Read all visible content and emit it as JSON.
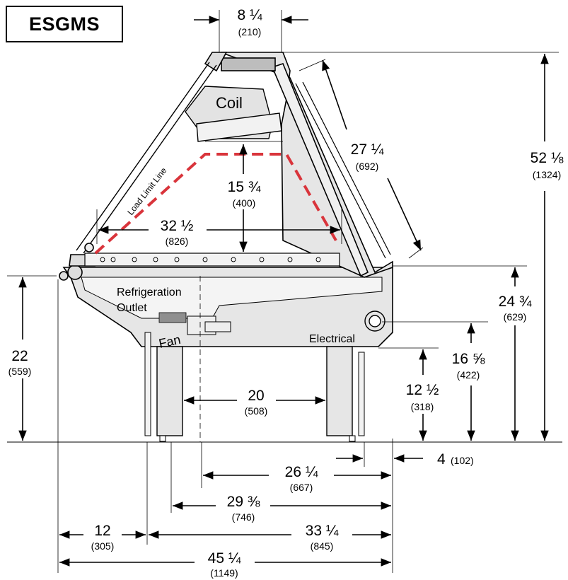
{
  "title": "ESGMS",
  "labels": {
    "coil": "Coil",
    "load_limit": "Load Limit Line",
    "refrig": "Refrigeration",
    "outlet": "Outlet",
    "fan": "Fan",
    "electrical": "Electrical"
  },
  "dims": {
    "top_width": {
      "in": "8 ¼",
      "mm": "(210)"
    },
    "glass": {
      "in": "27 ¼",
      "mm": "(692)"
    },
    "total_height": {
      "in": "52 ⅛",
      "mm": "(1324)"
    },
    "coil_gap": {
      "in": "15 ¾",
      "mm": "(400)"
    },
    "shelf_depth": {
      "in": "32 ½",
      "mm": "(826)"
    },
    "rear_height": {
      "in": "24 ¾",
      "mm": "(629)"
    },
    "front_height": {
      "in": "22",
      "mm": "(559)"
    },
    "elec_height": {
      "in": "16 ⅝",
      "mm": "(422)"
    },
    "leg_height": {
      "in": "12 ½",
      "mm": "(318)"
    },
    "leg_span": {
      "in": "20",
      "mm": "(508)"
    },
    "rear_offset": {
      "in": "4",
      "mm": "(102)"
    },
    "d26": {
      "in": "26 ¼",
      "mm": "(667)"
    },
    "d29": {
      "in": "29 ⅜",
      "mm": "(746)"
    },
    "front_off": {
      "in": "12",
      "mm": "(305)"
    },
    "d33": {
      "in": "33 ¼",
      "mm": "(845)"
    },
    "overall": {
      "in": "45 ¼",
      "mm": "(1149)"
    }
  }
}
